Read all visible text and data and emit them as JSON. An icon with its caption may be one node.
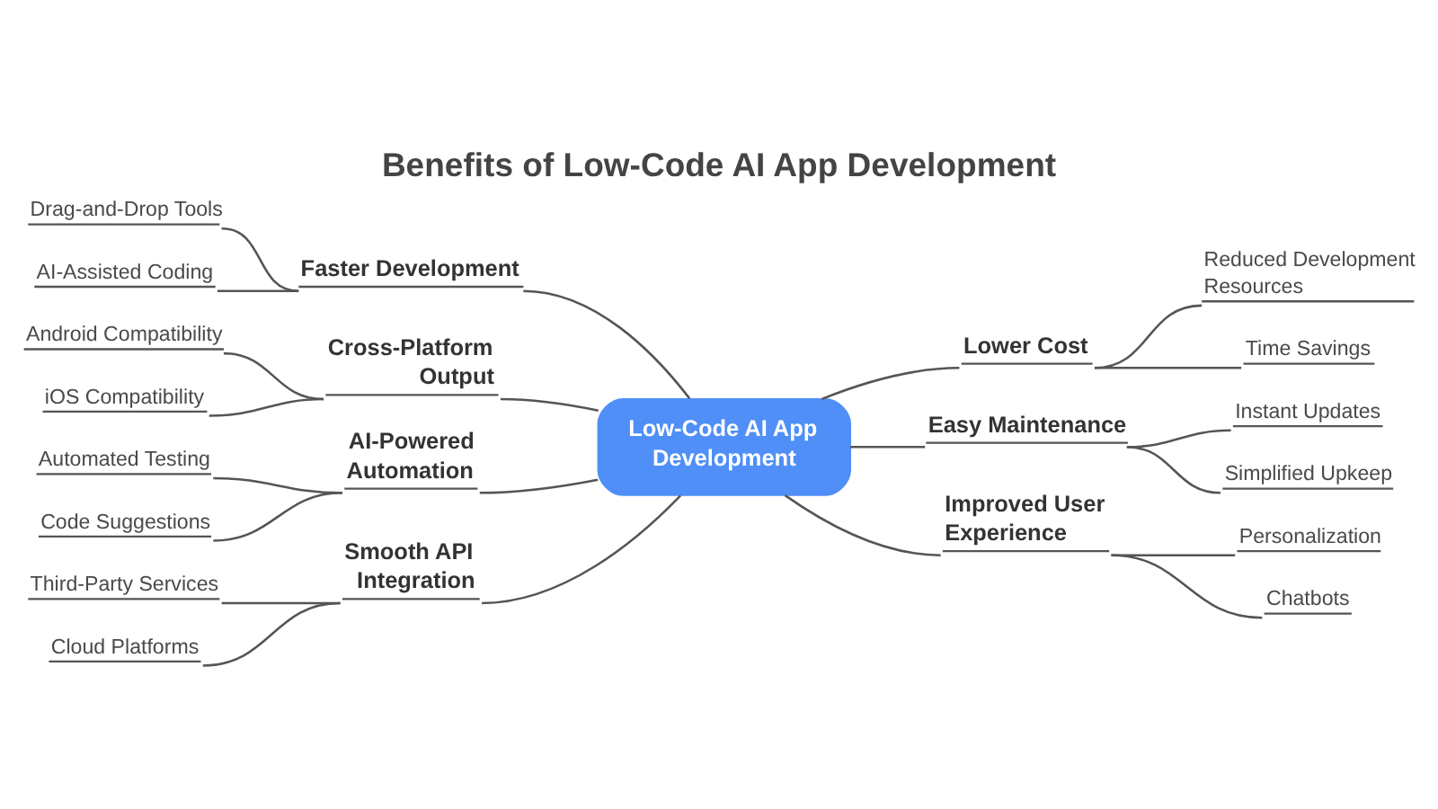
{
  "diagram": {
    "title": "Benefits of Low-Code AI App Development",
    "nodes": [
      {
        "text": [
          "Low-Code AI App Development"
        ]
      },
      {
        "text": [
          "Faster Development"
        ]
      },
      {
        "text": [
          "Drag-and-Drop Tools"
        ]
      },
      {
        "text": [
          "AI-Assisted Coding"
        ]
      },
      {
        "text": [
          "Cross-Platform Output"
        ]
      },
      {
        "text": [
          "Android Compatibility"
        ]
      },
      {
        "text": [
          "iOS Compatibility"
        ]
      },
      {
        "text": [
          "AI-Powered Automation"
        ]
      },
      {
        "text": [
          "Automated Testing"
        ]
      },
      {
        "text": [
          "Code Suggestions"
        ]
      },
      {
        "text": [
          "Smooth API Integration"
        ]
      },
      {
        "text": [
          "Third-Party Services"
        ]
      },
      {
        "text": [
          "Cloud Platforms"
        ]
      },
      {
        "text": [
          "Lower Cost"
        ]
      },
      {
        "text": [
          "Reduced Development Resources"
        ]
      },
      {
        "text": [
          "Time Savings"
        ]
      },
      {
        "text": [
          "Easy Maintenance"
        ]
      },
      {
        "text": [
          "Instant Updates"
        ]
      },
      {
        "text": [
          "Simplified Upkeep"
        ]
      },
      {
        "text": [
          "Improved User Experience"
        ]
      },
      {
        "text": [
          "Personalization"
        ]
      },
      {
        "text": [
          "Chatbots"
        ]
      }
    ],
    "edges": [
      {
        "from": 2,
        "to": 1,
        "arrow": "none"
      },
      {
        "from": 3,
        "to": 1,
        "arrow": "none"
      },
      {
        "from": 1,
        "to": 0,
        "arrow": "none"
      },
      {
        "from": 5,
        "to": 4,
        "arrow": "none"
      },
      {
        "from": 6,
        "to": 4,
        "arrow": "none"
      },
      {
        "from": 4,
        "to": 0,
        "arrow": "none"
      },
      {
        "from": 8,
        "to": 7,
        "arrow": "none"
      },
      {
        "from": 9,
        "to": 7,
        "arrow": "none"
      },
      {
        "from": 7,
        "to": 0,
        "arrow": "none"
      },
      {
        "from": 11,
        "to": 10,
        "arrow": "none"
      },
      {
        "from": 12,
        "to": 10,
        "arrow": "none"
      },
      {
        "from": 10,
        "to": 0,
        "arrow": "none"
      },
      {
        "from": 0,
        "to": 13,
        "arrow": "none"
      },
      {
        "from": 13,
        "to": 14,
        "arrow": "none"
      },
      {
        "from": 13,
        "to": 15,
        "arrow": "none"
      },
      {
        "from": 0,
        "to": 16,
        "arrow": "none"
      },
      {
        "from": 16,
        "to": 17,
        "arrow": "none"
      },
      {
        "from": 16,
        "to": 18,
        "arrow": "none"
      },
      {
        "from": 0,
        "to": 19,
        "arrow": "none"
      },
      {
        "from": 19,
        "to": 20,
        "arrow": "none"
      },
      {
        "from": 19,
        "to": 21,
        "arrow": "none"
      }
    ]
  }
}
